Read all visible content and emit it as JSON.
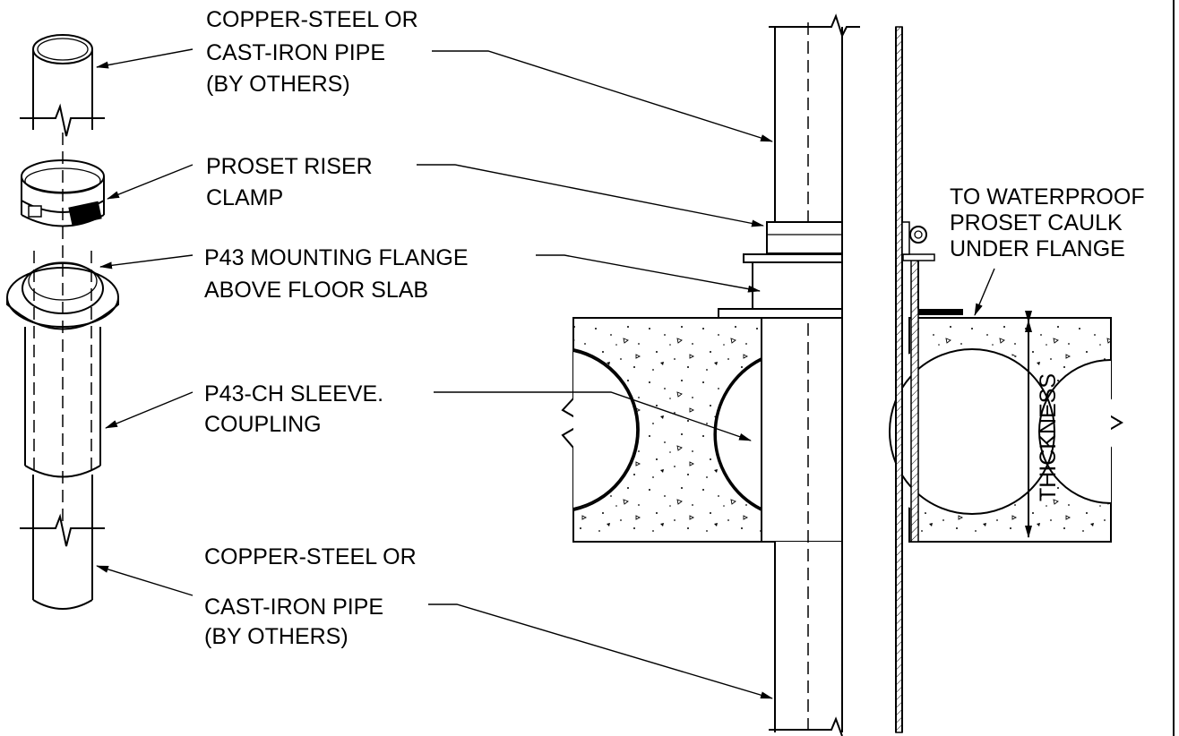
{
  "labels": {
    "top_pipe_1": "COPPER-STEEL OR",
    "top_pipe_2": "CAST-IRON PIPE",
    "top_pipe_3": "(BY OTHERS)",
    "clamp_1": "PROSET RISER",
    "clamp_2": "CLAMP",
    "flange_1": "P43 MOUNTING FLANGE",
    "flange_2": "ABOVE FLOOR SLAB",
    "sleeve_1": "P43-CH SLEEVE.",
    "sleeve_2": "COUPLING",
    "bottom_pipe_1": "COPPER-STEEL OR",
    "bottom_pipe_2": "CAST-IRON PIPE",
    "bottom_pipe_3": "(BY OTHERS)",
    "waterproof_1": "TO WATERPROOF",
    "waterproof_2": "PROSET CAULK",
    "waterproof_3": "UNDER FLANGE",
    "thickness": "THICKNESS"
  }
}
